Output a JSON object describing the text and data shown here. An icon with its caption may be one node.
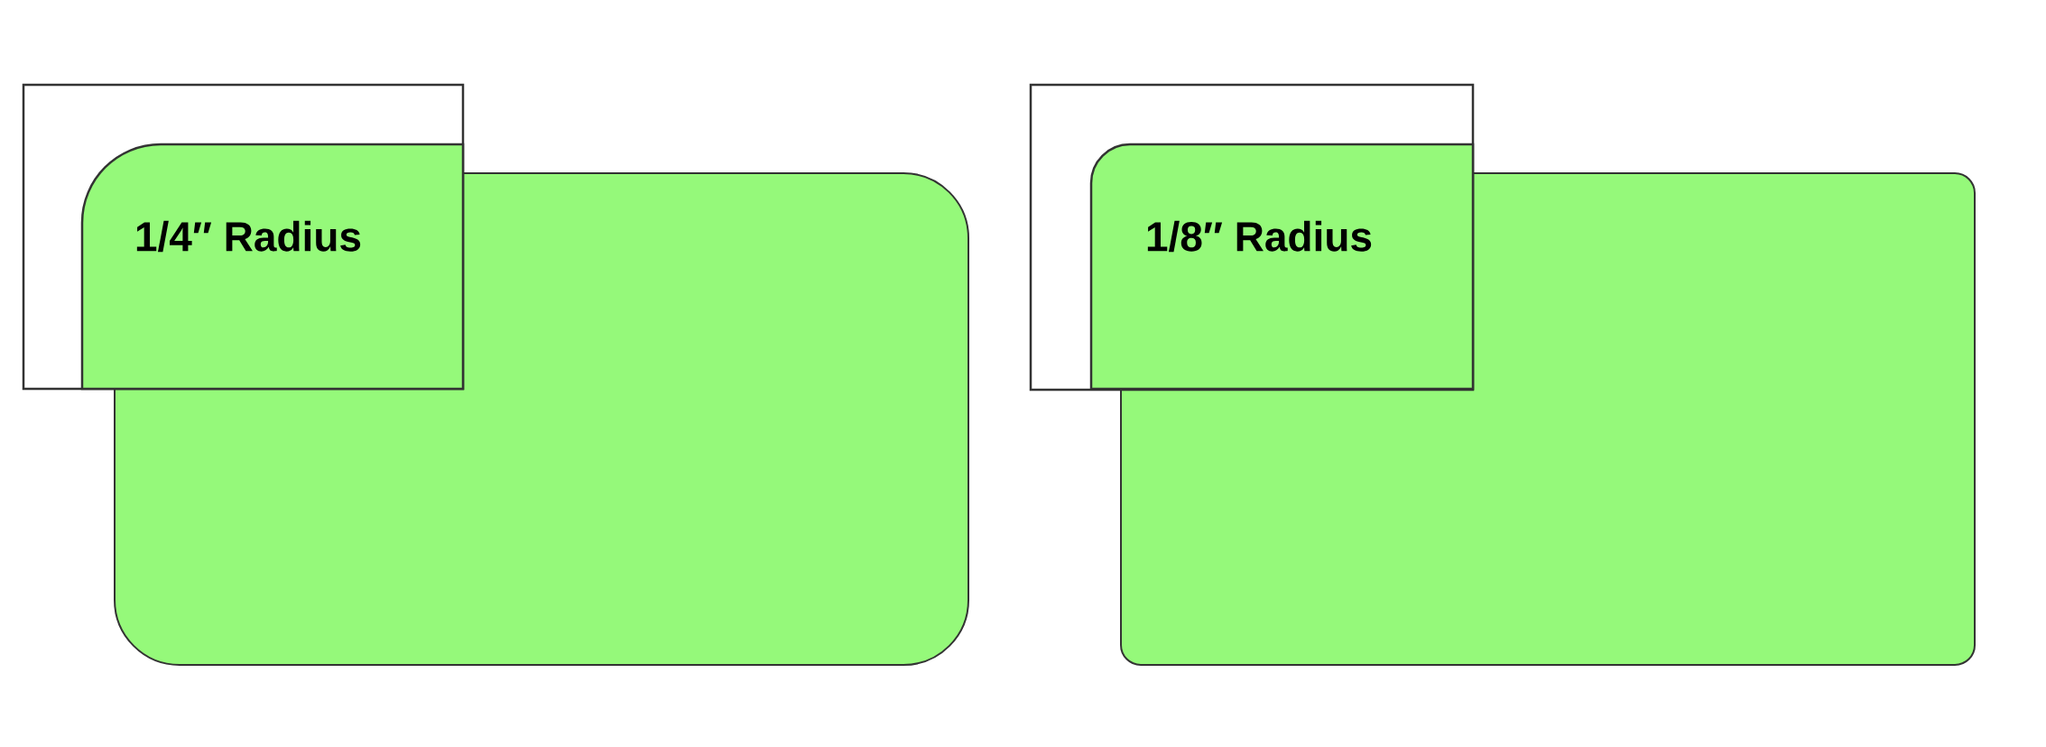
{
  "diagram": {
    "nodes": [
      {
        "text": [],
        "shape": "box"
      },
      {
        "text": [
          "1/4″ Radius"
        ]
      },
      {
        "text": [],
        "shape": "box"
      },
      {
        "text": [
          "1/8″ Radius"
        ]
      }
    ]
  }
}
